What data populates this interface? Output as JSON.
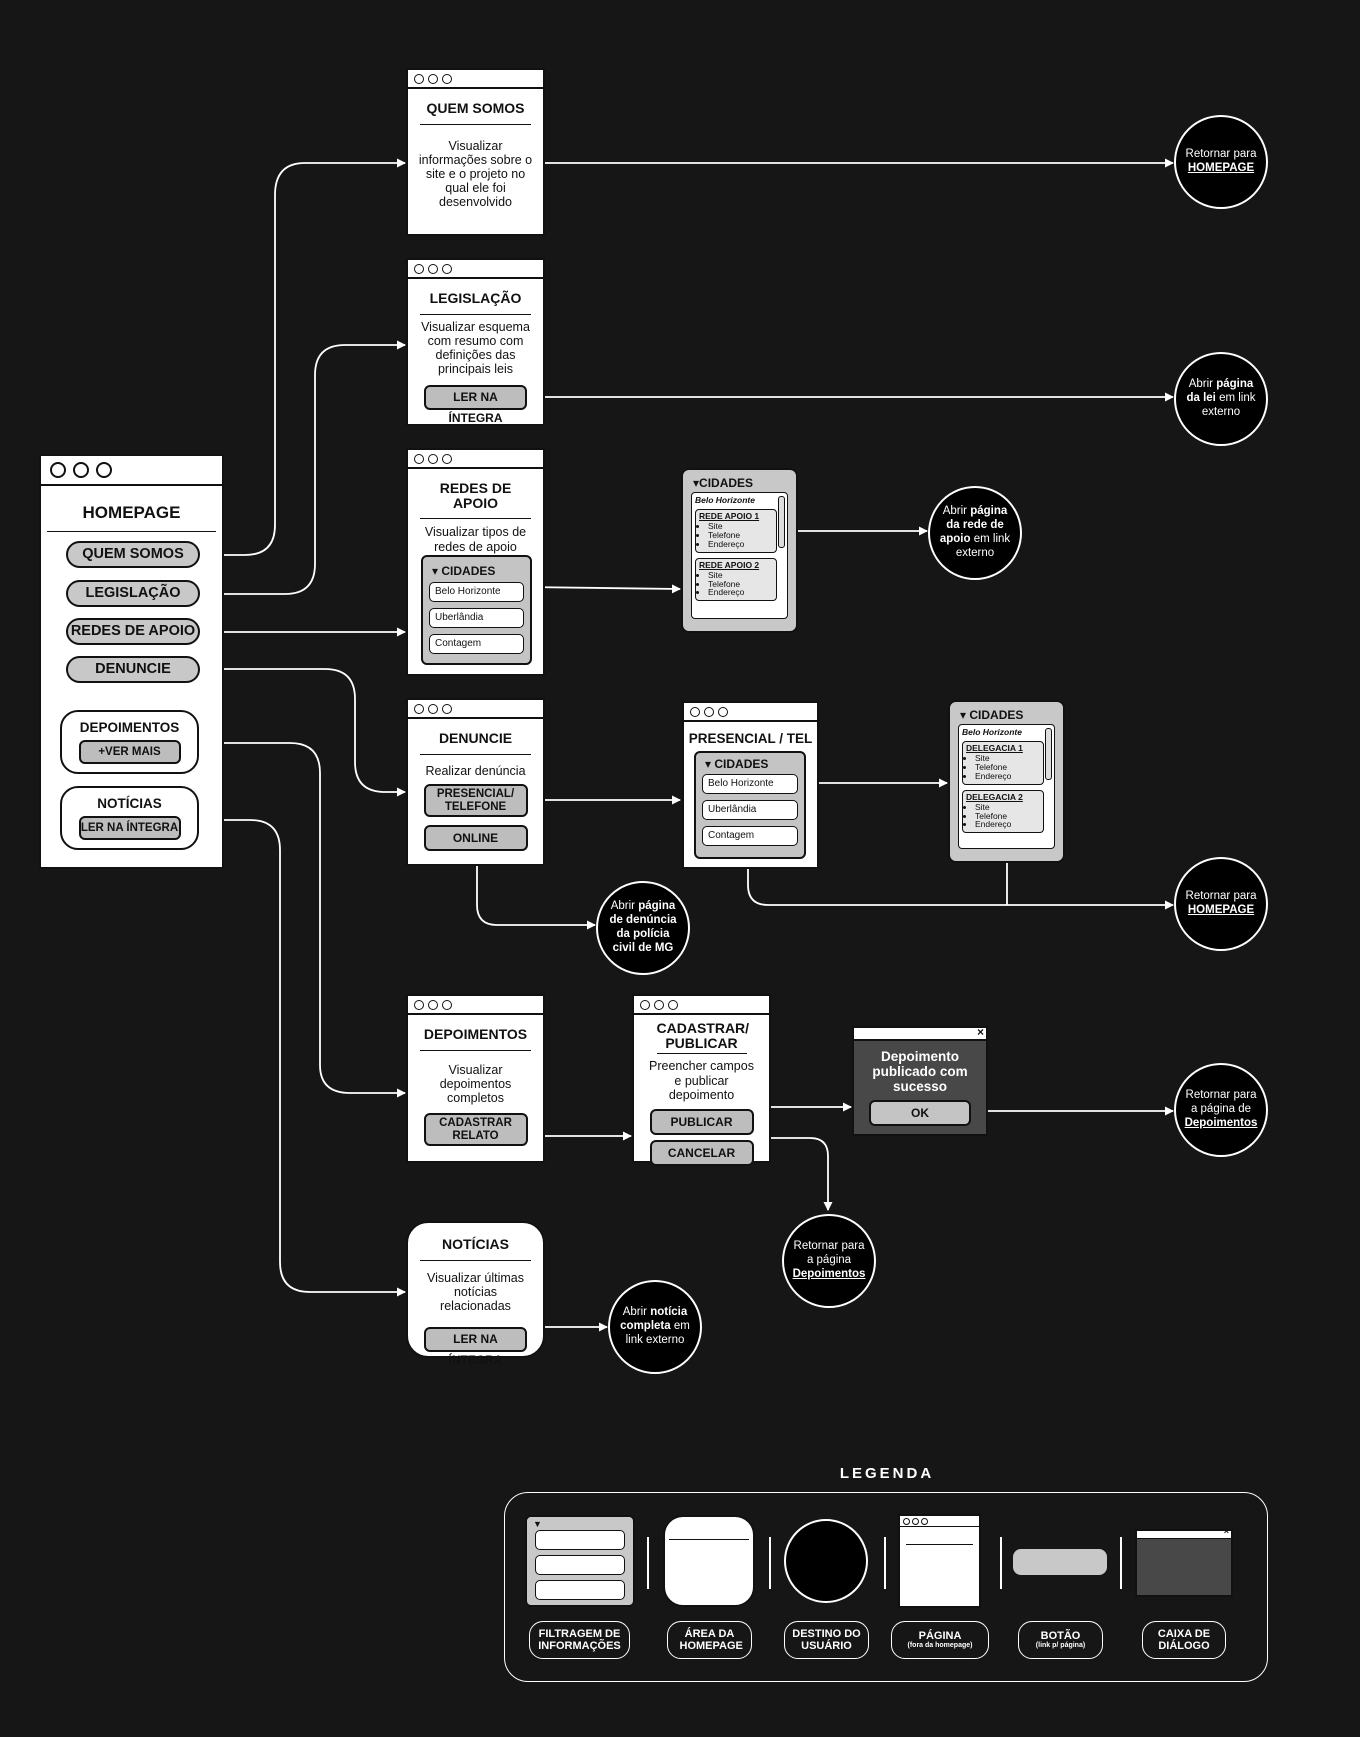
{
  "homepage": {
    "title": "HOMEPAGE",
    "buttons": [
      "QUEM SOMOS",
      "LEGISLAÇÃO",
      "REDES DE APOIO",
      "DENUNCIE"
    ],
    "depoimentos": {
      "title": "DEPOIMENTOS",
      "button": "+VER MAIS"
    },
    "noticias": {
      "title": "NOTÍCIAS",
      "button": "LER NA ÍNTEGRA"
    }
  },
  "quem_somos": {
    "title": "QUEM SOMOS",
    "desc": "Visualizar informações sobre o site e o projeto no qual ele foi desenvolvido"
  },
  "legislacao": {
    "title": "LEGISLAÇÃO",
    "desc": "Visualizar esquema com resumo com definições das principais leis",
    "button": "LER NA ÍNTEGRA"
  },
  "redes": {
    "title": "REDES DE APOIO",
    "desc": "Visualizar tipos de redes de apoio",
    "filter_title": "▾ CIDADES",
    "cities": [
      "Belo Horizonte",
      "Uberlândia",
      "Contagem"
    ]
  },
  "redes_result": {
    "filter_title": "▾CIDADES",
    "city": "Belo Horizonte",
    "cards": [
      {
        "title": "REDE APOIO 1",
        "items": [
          "Site",
          "Telefone",
          "Endereço"
        ]
      },
      {
        "title": "REDE APOIO 2",
        "items": [
          "Site",
          "Telefone",
          "Endereço"
        ]
      }
    ]
  },
  "denuncie": {
    "title": "DENUNCIE",
    "desc": "Realizar denúncia",
    "btn_presencial": "PRESENCIAL/ TELEFONE",
    "btn_online": "ONLINE"
  },
  "presencial": {
    "title": "PRESENCIAL / TEL",
    "filter_title": "▾ CIDADES",
    "cities": [
      "Belo Horizonte",
      "Uberlândia",
      "Contagem"
    ]
  },
  "delegacias": {
    "filter_title": "▾ CIDADES",
    "city": "Belo Horizonte",
    "cards": [
      {
        "title": "DELEGACIA 1",
        "items": [
          "Site",
          "Telefone",
          "Endereço"
        ]
      },
      {
        "title": "DELEGACIA 2",
        "items": [
          "Site",
          "Telefone",
          "Endereço"
        ]
      }
    ]
  },
  "depoimentos": {
    "title": "DEPOIMENTOS",
    "desc": "Visualizar depoimentos completos",
    "button": "CADASTRAR RELATO"
  },
  "cadastrar": {
    "title": "CADASTRAR/ PUBLICAR",
    "desc": "Preencher campos e publicar depoimento",
    "btn_publicar": "PUBLICAR",
    "btn_cancelar": "CANCELAR"
  },
  "dialog": {
    "message": "Depoimento publicado com sucesso",
    "ok": "OK",
    "close": "×"
  },
  "noticias": {
    "title": "NOTÍCIAS",
    "desc": "Visualizar últimas notícias relacionadas",
    "button": "LER NA ÍNTEGRA"
  },
  "destinations": {
    "retornar_homepage_1": {
      "pre": "Retornar para",
      "link": "HOMEPAGE"
    },
    "lei": {
      "pre": "Abrir",
      "bold": "página da lei",
      "post": "em link externo"
    },
    "rede": {
      "pre": "Abrir",
      "bold": "página da rede de apoio",
      "post": "em link externo"
    },
    "retornar_homepage_2": {
      "pre": "Retornar para",
      "link": "HOMEPAGE"
    },
    "policia": {
      "pre": "Abrir",
      "bold": "página de denúncia da polícia civil de MG"
    },
    "retornar_depoimentos_1": {
      "pre": "Retornar para a página de",
      "link": "Depoimentos"
    },
    "retornar_depoimentos_2": {
      "pre": "Retornar para a página",
      "link": "Depoimentos"
    },
    "noticia": {
      "pre": "Abrir",
      "bold": "notícia completa",
      "post": "em link externo"
    }
  },
  "legend": {
    "title": "LEGENDA",
    "items": [
      {
        "label": "FILTRAGEM DE INFORMAÇÕES",
        "sub": ""
      },
      {
        "label": "ÁREA DA HOMEPAGE",
        "sub": ""
      },
      {
        "label": "DESTINO DO USUÁRIO",
        "sub": ""
      },
      {
        "label": "PÁGINA",
        "sub": "(fora da homepage)"
      },
      {
        "label": "BOTÃO",
        "sub": "(link p/ página)"
      },
      {
        "label": "CAIXA DE DIÁLOGO",
        "sub": ""
      }
    ]
  },
  "colors": {
    "background": "#161616",
    "node": "#ffffff",
    "button": "#c8c8c8",
    "dialog": "#484848",
    "destination": "#000000"
  }
}
